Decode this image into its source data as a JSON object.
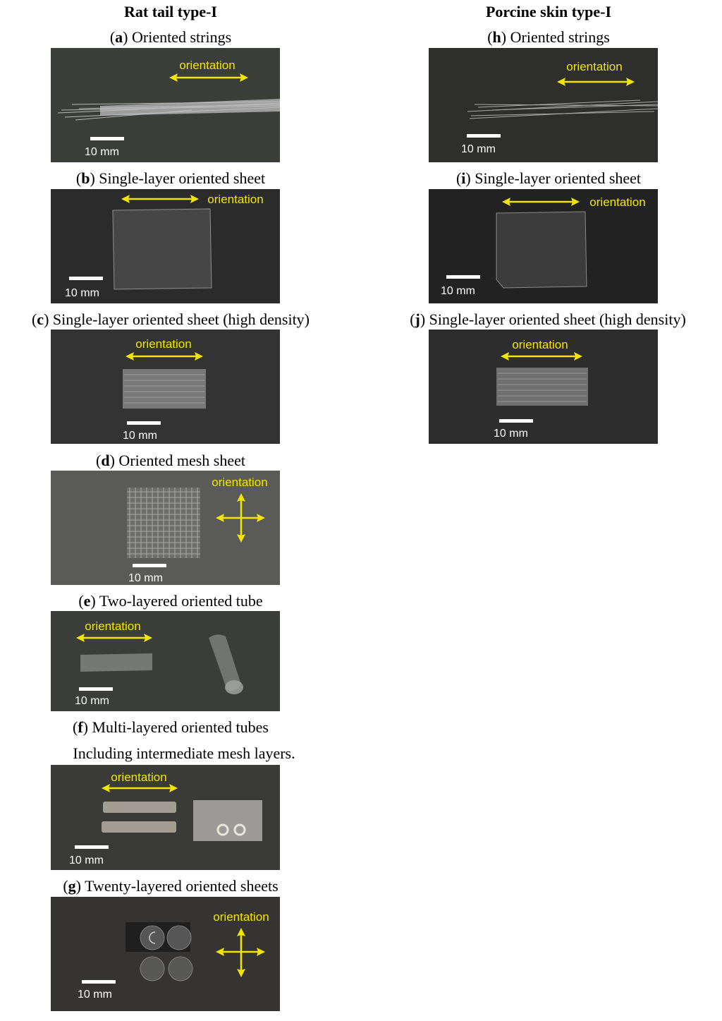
{
  "columns": [
    {
      "title": "Rat tail type-I"
    },
    {
      "title": "Porcine skin type-I"
    }
  ],
  "panels": {
    "a": {
      "letter": "a",
      "caption": "Oriented strings",
      "orientation_label": "orientation",
      "scale_label": "10 mm",
      "arrow": "horizontal",
      "background": "#3a3d38"
    },
    "b": {
      "letter": "b",
      "caption": "Single-layer oriented sheet",
      "orientation_label": "orientation",
      "scale_label": "10 mm",
      "arrow": "horizontal",
      "background": "#2b2b2b"
    },
    "c": {
      "letter": "c",
      "caption": "Single-layer oriented sheet (high density)",
      "orientation_label": "orientation",
      "scale_label": "10 mm",
      "arrow": "horizontal",
      "background": "#333333"
    },
    "d": {
      "letter": "d",
      "caption": "Oriented mesh sheet",
      "orientation_label": "orientation",
      "scale_label": "10 mm",
      "arrow": "cross",
      "background": "#5a5a58"
    },
    "e": {
      "letter": "e",
      "caption": "Two-layered oriented tube",
      "orientation_label": "orientation",
      "scale_label": "10 mm",
      "arrow": "horizontal",
      "background": "#3b3d3a"
    },
    "f": {
      "letter": "f",
      "caption": "Multi-layered oriented tubes",
      "caption_line2": "Including intermediate mesh layers.",
      "orientation_label": "orientation",
      "scale_label": "10 mm",
      "arrow": "horizontal",
      "background": "#3a3a38"
    },
    "g": {
      "letter": "g",
      "caption": "Twenty-layered oriented sheets",
      "orientation_label": "orientation",
      "scale_label": "10 mm",
      "arrow": "cross",
      "background": "#353433"
    },
    "h": {
      "letter": "h",
      "caption": "Oriented strings",
      "orientation_label": "orientation",
      "scale_label": "10 mm",
      "arrow": "horizontal",
      "background": "#2e2e2d"
    },
    "i": {
      "letter": "i",
      "caption": "Single-layer oriented sheet",
      "orientation_label": "orientation",
      "scale_label": "10 mm",
      "arrow": "horizontal",
      "background": "#222222"
    },
    "j": {
      "letter": "j",
      "caption": "Single-layer oriented sheet (high density)",
      "orientation_label": "orientation",
      "scale_label": "10 mm",
      "arrow": "horizontal",
      "background": "#2d2d2d"
    }
  },
  "colors": {
    "annotation_yellow": "#f2e600",
    "scale_bar": "#ffffff"
  }
}
